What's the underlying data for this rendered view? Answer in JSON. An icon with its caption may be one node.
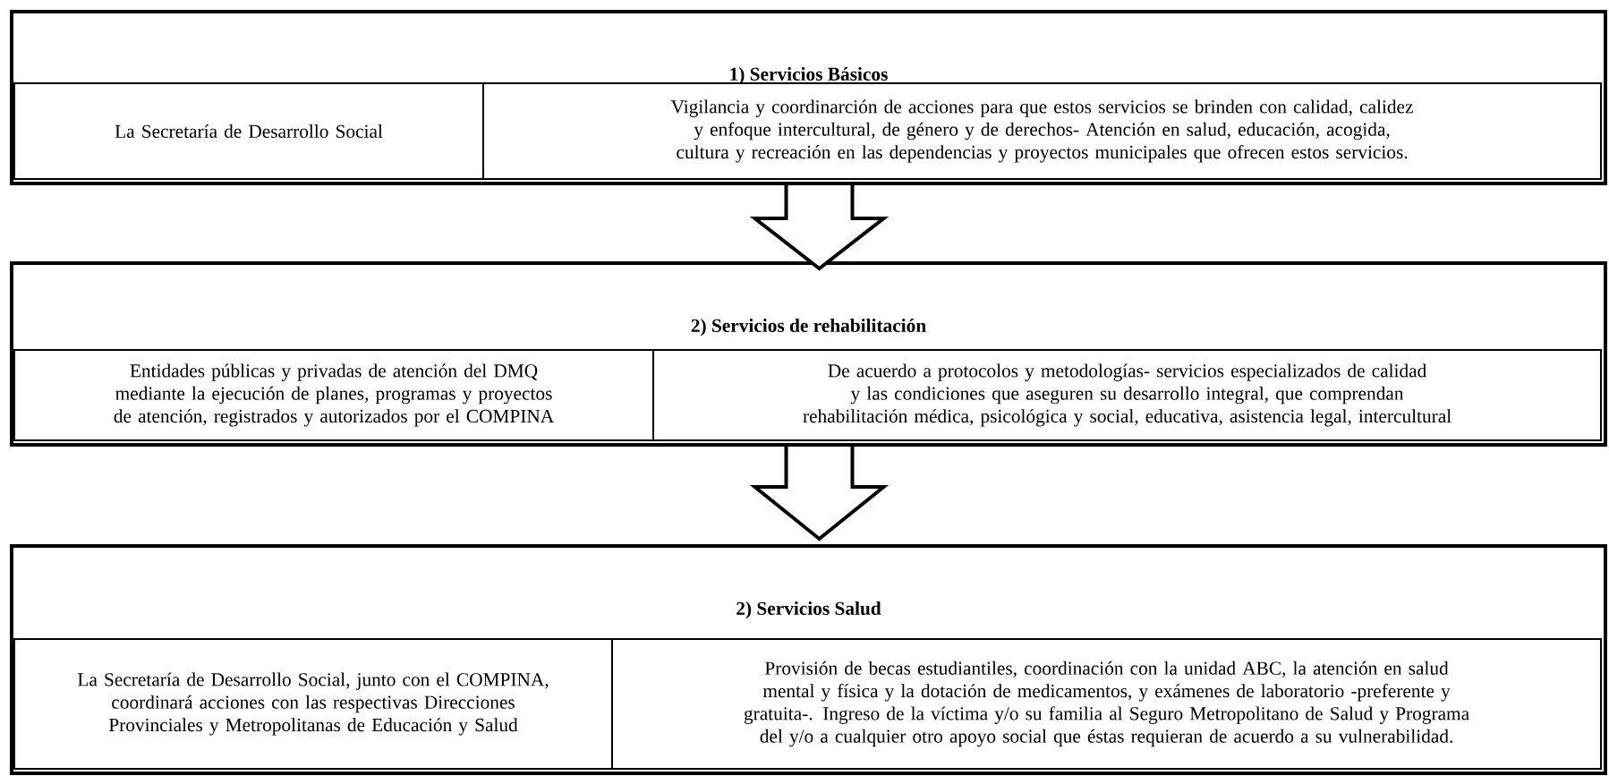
{
  "diagram": {
    "nodes": [
      {
        "text": [
          "1) Servicios Básicos"
        ]
      },
      {
        "text": [
          "La Secretaría de Desarrollo Social"
        ],
        "in": 0
      },
      {
        "text": [
          "Vigilancia y coordinarción de acciones para que estos servicios se brinden con calidad, calidez y enfoque intercultural, de género y de derechos- Atención en salud, educación, acogida, cultura y recreación en las dependencias y proyectos municipales que ofrecen estos servicios."
        ],
        "in": 0
      },
      {
        "text": [
          "2) Servicios de rehabilitación"
        ]
      },
      {
        "text": [
          "Entidades públicas y privadas de atención del DMQ mediante la ejecución de planes, programas y proyectos de atención, registrados y autorizados por el COMPINA"
        ],
        "in": 3
      },
      {
        "text": [
          "De acuerdo a protocolos y metodologías- servicios especializados de calidad y las condiciones que aseguren su desarrollo integral, que comprendan rehabilitación médica, psicológica y social, educativa, asistencia legal, intercultural"
        ],
        "in": 3
      },
      {
        "text": [
          "2) Servicios Salud"
        ]
      },
      {
        "text": [
          "La Secretaría de Desarrollo Social, junto con el COMPINA, coordinará acciones con las respectivas Direcciones Provinciales y Metropolitanas de Educación y Salud"
        ],
        "in": 6
      },
      {
        "text": [
          "Provisión de becas estudiantiles, coordinación con la unidad ABC, la atención en salud mental y física y la dotación de medicamentos, y exámenes de laboratorio -preferente y gratuita-. Ingreso de la víctima y/o su familia al Seguro Metropolitano de Salud y Programa del y/o a cualquier otro apoyo social que éstas requieran de acuerdo a su vulnerabilidad."
        ],
        "in": 6
      }
    ],
    "edges": [
      {
        "from": 0,
        "to": 3,
        "arrow": "to"
      },
      {
        "from": 3,
        "to": 6,
        "arrow": "to"
      }
    ]
  }
}
